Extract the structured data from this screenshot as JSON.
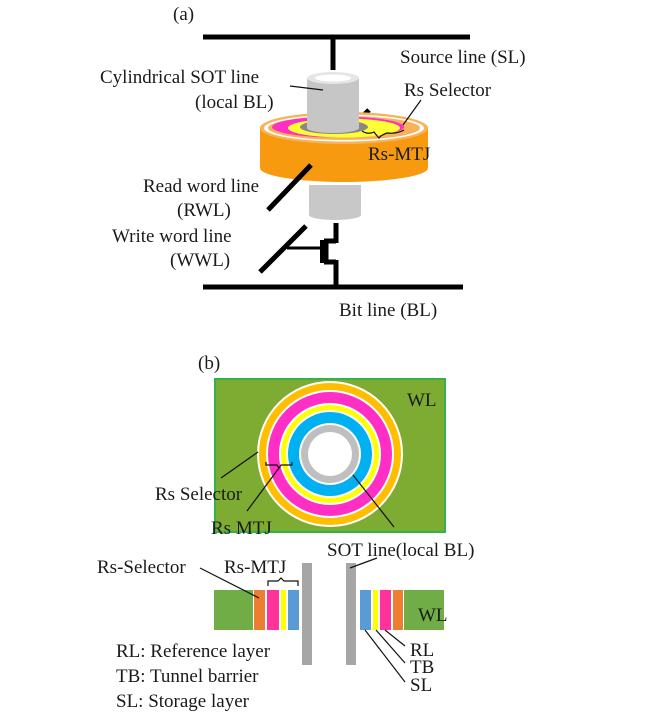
{
  "panel_a": {
    "label": "(a)",
    "labels": {
      "source_line": "Source line (SL)",
      "sot_line_1": "Cylindrical SOT line",
      "sot_line_2": "(local BL)",
      "rs_selector": "Rs Selector",
      "rs_mtj": "Rs-MTJ",
      "rwl_1": "Read word line",
      "rwl_2": "(RWL)",
      "wwl_1": "Write word line",
      "wwl_2": "(WWL)",
      "bit_line": "Bit line (BL)"
    }
  },
  "panel_b": {
    "label": "(b)",
    "top_view": {
      "wl": "WL",
      "rs_selector": "Rs Selector",
      "rs_mtj": "Rs MTJ",
      "sot_line": "SOT line(local BL)"
    },
    "cross_section": {
      "rs_selector": "Rs-Selector",
      "rs_mtj": "Rs-MTJ",
      "wl": "WL",
      "rl": "RL",
      "tb": "TB",
      "sl": "SL"
    },
    "legend": [
      "RL: Reference layer",
      "TB: Tunnel barrier",
      "SL: Storage layer"
    ]
  },
  "colors": {
    "orange": "#f7a020",
    "orange_dark": "#ed7d31",
    "magenta": "#ff2fc6",
    "yellow": "#ffff00",
    "cyan": "#00b0f0",
    "blue": "#5b9bd5",
    "gray": "#c0c0c0",
    "gray_dark": "#a6a6a6",
    "green": "#7eab32",
    "green_bar": "#70ad47",
    "green_border": "#2fb34a"
  }
}
